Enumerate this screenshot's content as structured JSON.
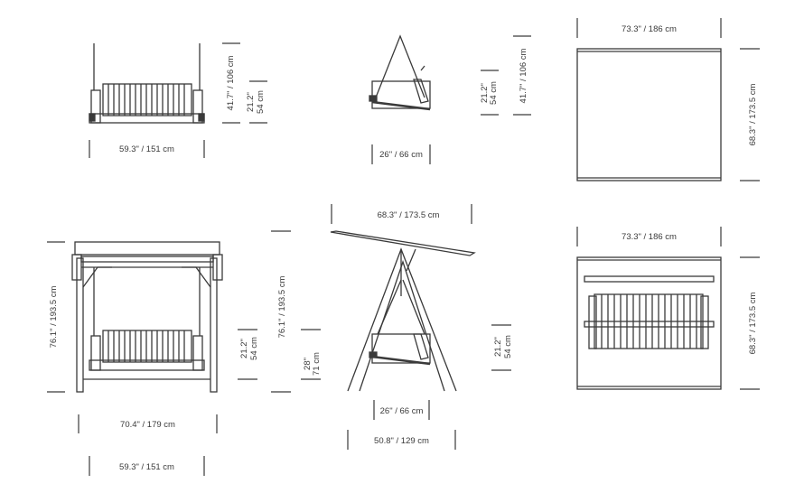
{
  "front_hanging": {
    "width_label": "59.3\" / 151 cm",
    "height_label": "41.7\" / 106 cm",
    "seat_height_label": "21.2\"",
    "seat_height_label_cm": "54 cm"
  },
  "side_hanging": {
    "depth_label": "26\" / 66 cm",
    "seat_height_label": "21.2\"",
    "seat_height_label_cm": "54 cm",
    "height_label": "41.7\" / 106 cm"
  },
  "top_canopy": {
    "width_label": "73.3\" / 186 cm",
    "depth_label": "68.3\" / 173.5 cm"
  },
  "front_frame": {
    "height_label": "76.1\" / 193.5 cm",
    "outer_width_label": "70.4\" / 179 cm",
    "seat_width_label": "59.3\" / 151 cm"
  },
  "side_frame": {
    "canopy_label": "68.3\" / 173.5 cm",
    "height_label": "76.1\" / 193.5 cm",
    "seat_height_label": "21.2\"",
    "seat_height_label_cm": "54 cm",
    "seat_depth_label": "26\" / 66 cm",
    "base_label": "50.8\" / 129 cm",
    "seat_drop_label": "28\"",
    "seat_drop_label_cm": "71 cm"
  },
  "top_frame": {
    "width_label": "73.3\" / 186 cm",
    "depth_label": "68.3\" / 173.5 cm"
  }
}
